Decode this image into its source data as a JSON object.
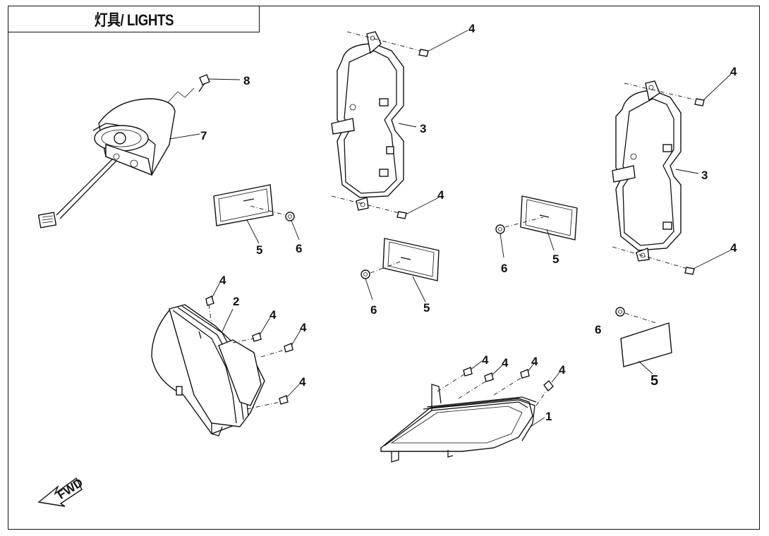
{
  "title": "灯具/ LIGHTS",
  "fwd_label": "FWD",
  "callouts": [
    "1",
    "2",
    "3",
    "3",
    "4",
    "4",
    "4",
    "4",
    "4",
    "4",
    "4",
    "4",
    "4",
    "4",
    "4",
    "4",
    "5",
    "5",
    "5",
    "5",
    "6",
    "6",
    "6",
    "6",
    "7",
    "8"
  ]
}
